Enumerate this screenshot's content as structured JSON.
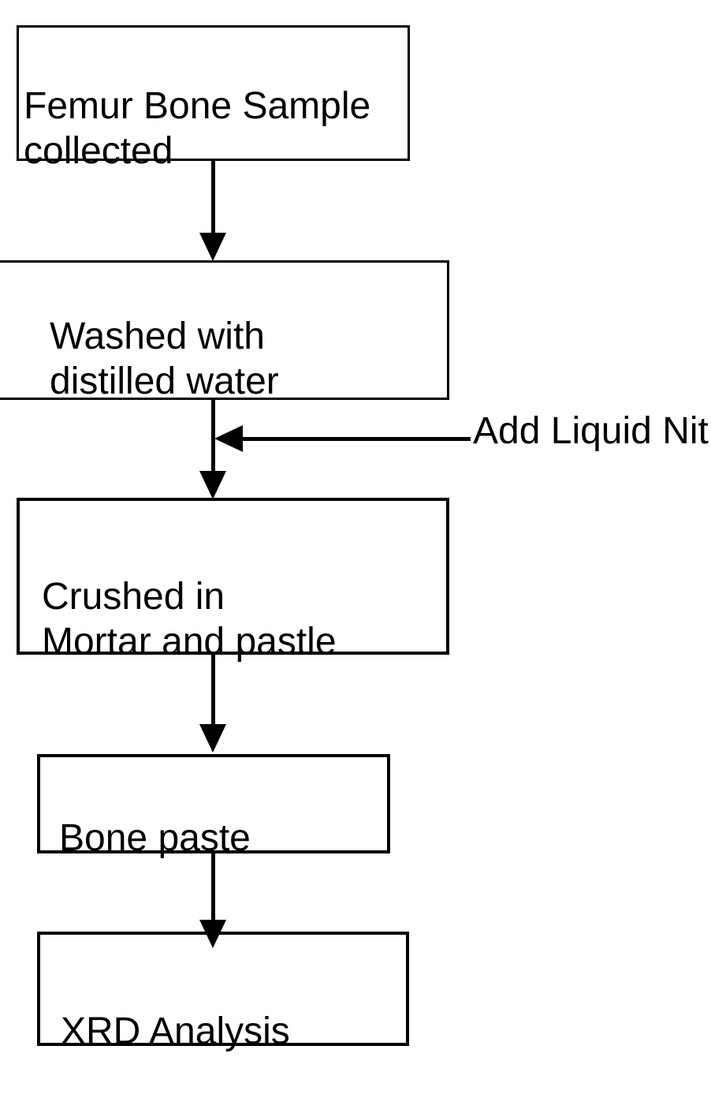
{
  "colors": {
    "background": "#ffffff",
    "line": "#000000",
    "text": "#000000"
  },
  "flowchart": {
    "type": "flowchart",
    "nodes": [
      {
        "id": "femur-sample",
        "label": "Femur Bone Sample\ncollected"
      },
      {
        "id": "washed",
        "label": "Washed with\ndistilled water"
      },
      {
        "id": "crushed",
        "label": "Crushed in\nMortar and pastle"
      },
      {
        "id": "bone-paste",
        "label": "Bone paste"
      },
      {
        "id": "xrd-analysis",
        "label": "XRD Analysis"
      }
    ],
    "edges": [
      {
        "from": "femur-sample",
        "to": "washed"
      },
      {
        "from": "washed",
        "to": "crushed"
      },
      {
        "from": "crushed",
        "to": "bone-paste"
      },
      {
        "from": "bone-paste",
        "to": "xrd-analysis"
      }
    ],
    "annotation": {
      "label": "Add Liquid Nit"
    }
  }
}
